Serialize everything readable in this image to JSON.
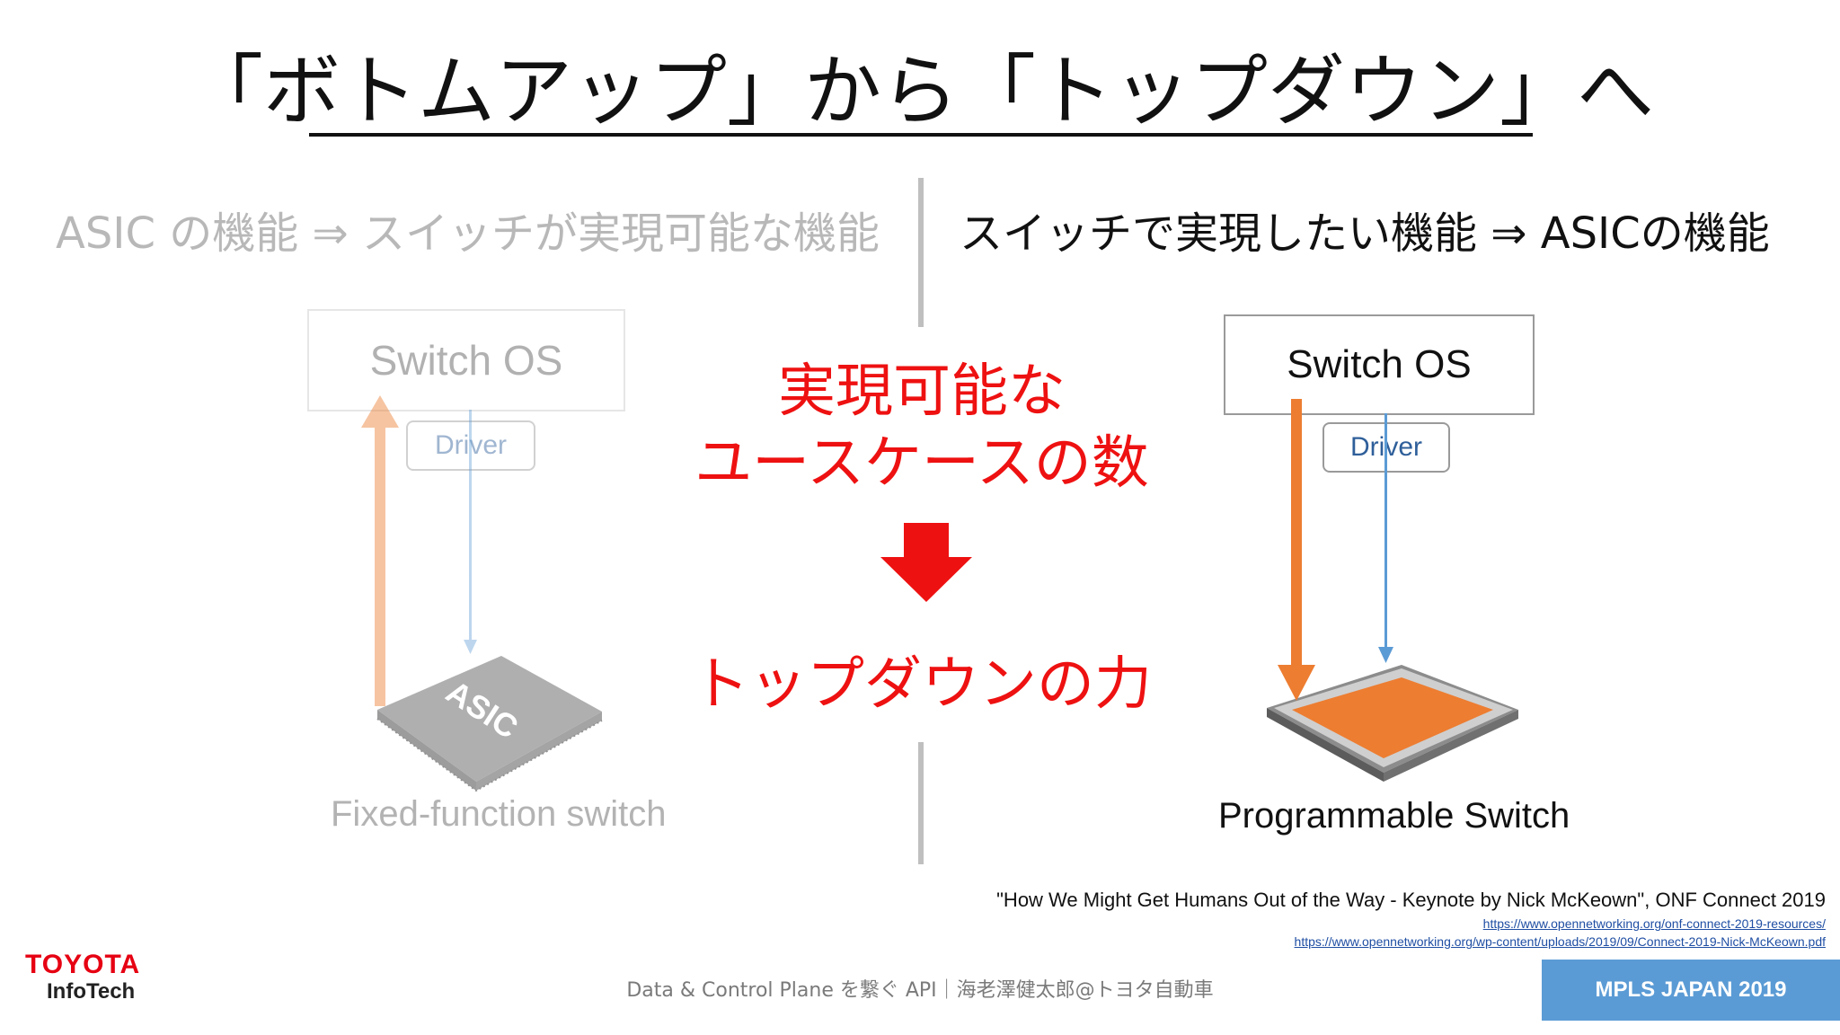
{
  "title": "「ボトムアップ」から「トップダウン」へ",
  "left": {
    "heading": "ASIC の機能 ⇒ スイッチが実現可能な機能",
    "os_label": "Switch OS",
    "driver_label": "Driver",
    "chip_label": "ASIC",
    "caption": "Fixed-function switch"
  },
  "right": {
    "heading": "スイッチで実現したい機能 ⇒ ASICの機能",
    "os_label": "Switch OS",
    "driver_label": "Driver",
    "caption": "Programmable Switch"
  },
  "center": {
    "line1": "実現可能な",
    "line2": "ユースケースの数",
    "line3": "トップダウンの力"
  },
  "citation": {
    "text": "\"How We Might Get Humans Out of the Way - Keynote by Nick McKeown\", ONF Connect 2019",
    "link1": "https://www.opennetworking.org/onf-connect-2019-resources/",
    "link2": "https://www.opennetworking.org/wp-content/uploads/2019/09/Connect-2019-Nick-McKeown.pdf"
  },
  "footer": {
    "text": "Data & Control Plane を繋ぐ API｜海老澤健太郎@トヨタ自動車",
    "badge": "MPLS JAPAN 2019",
    "logo_line1": "TOYOTA",
    "logo_line2": "InfoTech"
  },
  "colors": {
    "red": "#ee1111",
    "orange": "#ed7d31",
    "blue": "#5b9bd5",
    "badge": "#5b9bd5"
  }
}
